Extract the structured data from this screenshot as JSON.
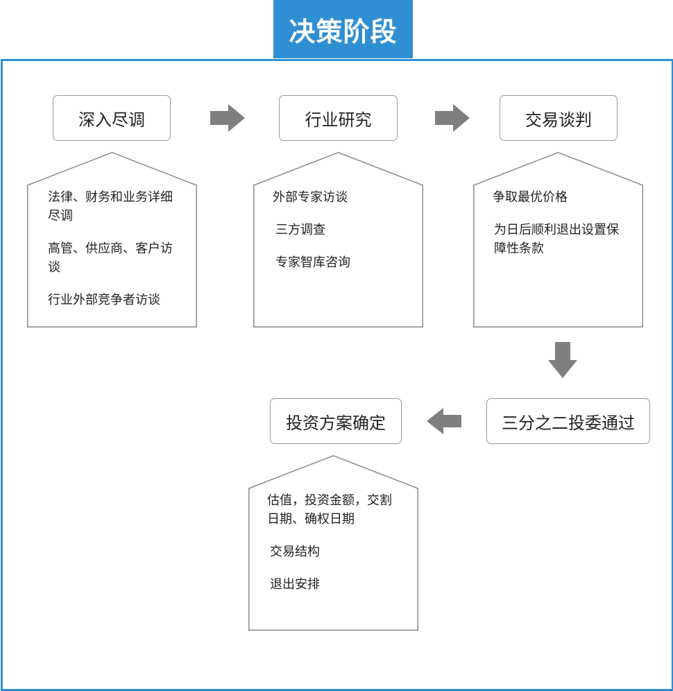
{
  "title": "决策阶段",
  "colors": {
    "accent": "#2f8fd3",
    "arrow": "#7f7f7f",
    "border": "#9a9a9a"
  },
  "stages": {
    "due_diligence": {
      "label": "深入尽调",
      "items": [
        "法律、财务和业务详细尽调",
        "高管、供应商、客户访谈",
        "行业外部竞争者访谈"
      ]
    },
    "industry_research": {
      "label": "行业研究",
      "items": [
        "外部专家访谈",
        "三方调查",
        "专家智库咨询"
      ]
    },
    "negotiation": {
      "label": "交易谈判",
      "items": [
        "争取最优价格",
        "为日后顺利退出设置保障性条款"
      ]
    },
    "committee_approval": {
      "label": "三分之二投委通过"
    },
    "investment_plan": {
      "label": "投资方案确定",
      "items": [
        "估值，投资金额，交割日期、确权日期",
        "交易结构",
        "退出安排"
      ]
    }
  }
}
